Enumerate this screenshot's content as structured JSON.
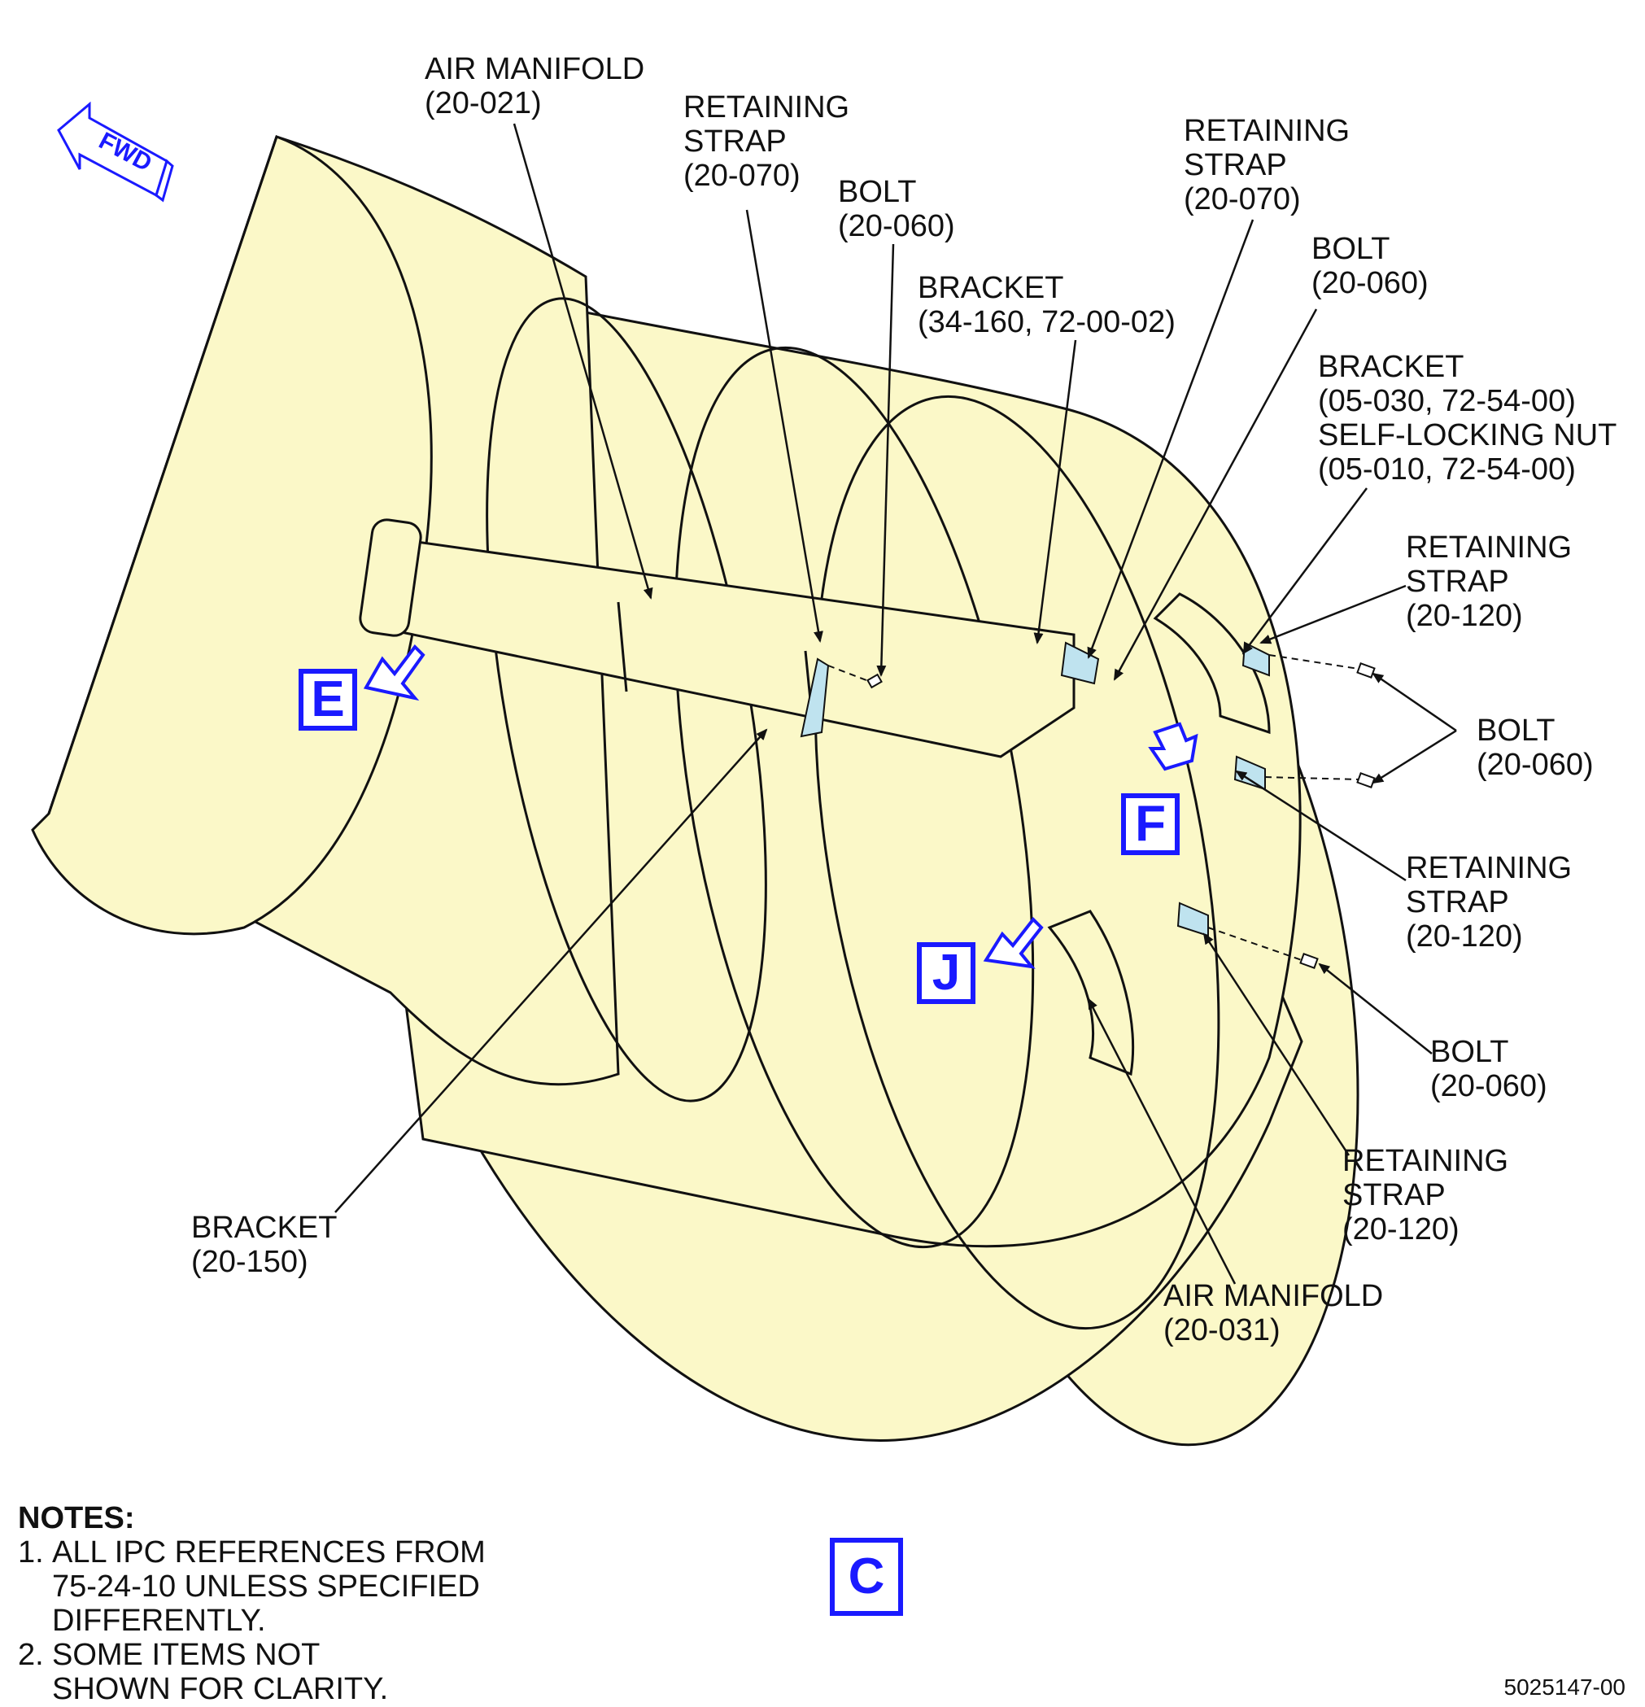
{
  "callouts": {
    "air_manifold_20_021": "AIR MANIFOLD\n(20-021)",
    "retaining_strap_top_left": "RETAINING\nSTRAP\n(20-070)",
    "bolt_top_center": "BOLT\n(20-060)",
    "bracket_34_160": "BRACKET\n(34-160, 72-00-02)",
    "retaining_strap_top_right": "RETAINING\nSTRAP\n(20-070)",
    "bolt_top_right": "BOLT\n(20-060)",
    "bracket_self_locking_nut": "BRACKET\n(05-030, 72-54-00)\nSELF-LOCKING NUT\n(05-010, 72-54-00)",
    "retaining_strap_right_1": "RETAINING\nSTRAP\n(20-120)",
    "bolt_right_1": "BOLT\n(20-060)",
    "retaining_strap_right_2": "RETAINING\nSTRAP\n(20-120)",
    "bolt_right_2": "BOLT\n(20-060)",
    "retaining_strap_right_3": "RETAINING\nSTRAP\n(20-120)",
    "air_manifold_20_031": "AIR MANIFOLD\n(20-031)",
    "bracket_20_150": "BRACKET\n(20-150)"
  },
  "fwd_arrow": "FWD",
  "view_labels": {
    "e": "E",
    "f": "F",
    "j": "J",
    "c": "C"
  },
  "notes": {
    "heading": "NOTES:",
    "items": [
      {
        "num": "1.",
        "text": "ALL IPC REFERENCES FROM\n75-24-10 UNLESS SPECIFIED\nDIFFERENTLY."
      },
      {
        "num": "2.",
        "text": "SOME ITEMS NOT\nSHOWN FOR CLARITY."
      }
    ]
  },
  "drawing_number": "5025147-00",
  "colors": {
    "engine_fill": "#fbf8c8",
    "highlight_blue": "#1a1aff",
    "strap_fill": "#bfe3ef"
  }
}
